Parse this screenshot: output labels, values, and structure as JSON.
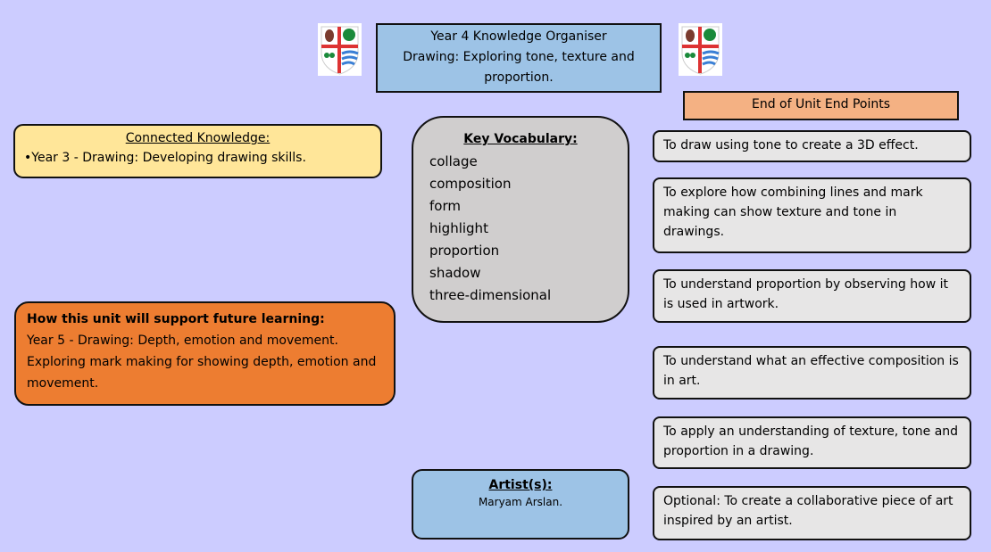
{
  "header": {
    "title_line1": "Year 4 Knowledge Organiser",
    "title_line2": "Drawing: Exploring tone, texture and proportion."
  },
  "connected": {
    "heading": "Connected Knowledge:",
    "item": "•Year 3 - Drawing: Developing drawing skills."
  },
  "future": {
    "heading": "How this unit will support future learning:",
    "line1": "Year 5 - Drawing: Depth, emotion and movement.",
    "line2": "Exploring mark making for showing depth, emotion and movement."
  },
  "vocab": {
    "heading": "Key Vocabulary:",
    "words": [
      "collage",
      "composition",
      "form",
      "highlight",
      "proportion",
      "shadow",
      "three-dimensional"
    ]
  },
  "artist": {
    "heading": "Artist(s):",
    "name": "Maryam Arslan."
  },
  "end_points": {
    "heading": "End of Unit End Points",
    "items": [
      "To draw using tone to create a 3D effect.",
      "To explore how combining lines and mark making can show texture and tone in drawings.",
      "To understand proportion by observing how it is used in artwork.",
      "To understand what an effective composition is in art.",
      "To apply an understanding of texture, tone and proportion in a drawing.",
      "Optional: To create a collaborative piece of art inspired by an artist."
    ]
  }
}
